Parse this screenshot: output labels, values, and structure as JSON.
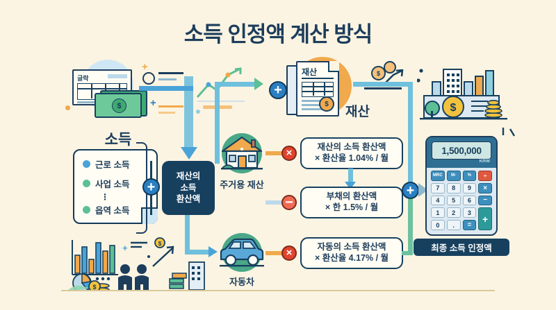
{
  "page": {
    "title": "소득 인정액 계산 방식",
    "background_color": "#fbf4e2",
    "title_color": "#1d3d5c"
  },
  "income_section": {
    "heading": "소득",
    "items": [
      {
        "label": "근로 소득",
        "dot_color": "#4aa3d8"
      },
      {
        "label": "사업 소득",
        "dot_color": "#5cbf95"
      },
      {
        "label": "읍역 소득",
        "dot_color": "#5cbf95"
      }
    ],
    "ellipsis": "⋮",
    "plus_badge": "+"
  },
  "conversion_box": {
    "line1": "재산의",
    "line2": "소득",
    "line3": "환산액",
    "background_color": "#17405f"
  },
  "asset_section": {
    "label": "재산",
    "document_title": "재산",
    "plus_badge": "+"
  },
  "payslip": {
    "title": "글락"
  },
  "deductions": [
    {
      "icon_name": "house-icon",
      "icon_label": "주거용 재산",
      "operator": "×",
      "formula_line1": "재산의 소득 환산액",
      "formula_line2": "× 환산율 1.04% / 월"
    },
    {
      "icon_name": "debt-icon",
      "icon_label": "",
      "operator": "−",
      "formula_line1": "부채의 환산액",
      "formula_line2": "× 한 1.5% / 월"
    },
    {
      "icon_name": "car-icon",
      "icon_label": "자동차",
      "operator": "×",
      "formula_line1": "자동의 소득 환산액",
      "formula_line2": "× 환산율 4.17% / 월"
    }
  ],
  "result": {
    "calculator_value": "1,500,000",
    "currency": "KRW",
    "label": "최종 소득 인정액",
    "plus_badge": "+",
    "keys": [
      "MRC",
      "M-",
      "%",
      "÷",
      "7",
      "8",
      "9",
      "×",
      "4",
      "5",
      "6",
      "−",
      "1",
      "2",
      "3",
      "+",
      "0",
      ".",
      "="
    ]
  },
  "colors": {
    "accent_blue": "#2a7fc1",
    "accent_green": "#5cbf95",
    "accent_red": "#e0442e",
    "accent_orange": "#f0a94c",
    "navy": "#17405f",
    "line_blue": "#7fc4dd"
  }
}
